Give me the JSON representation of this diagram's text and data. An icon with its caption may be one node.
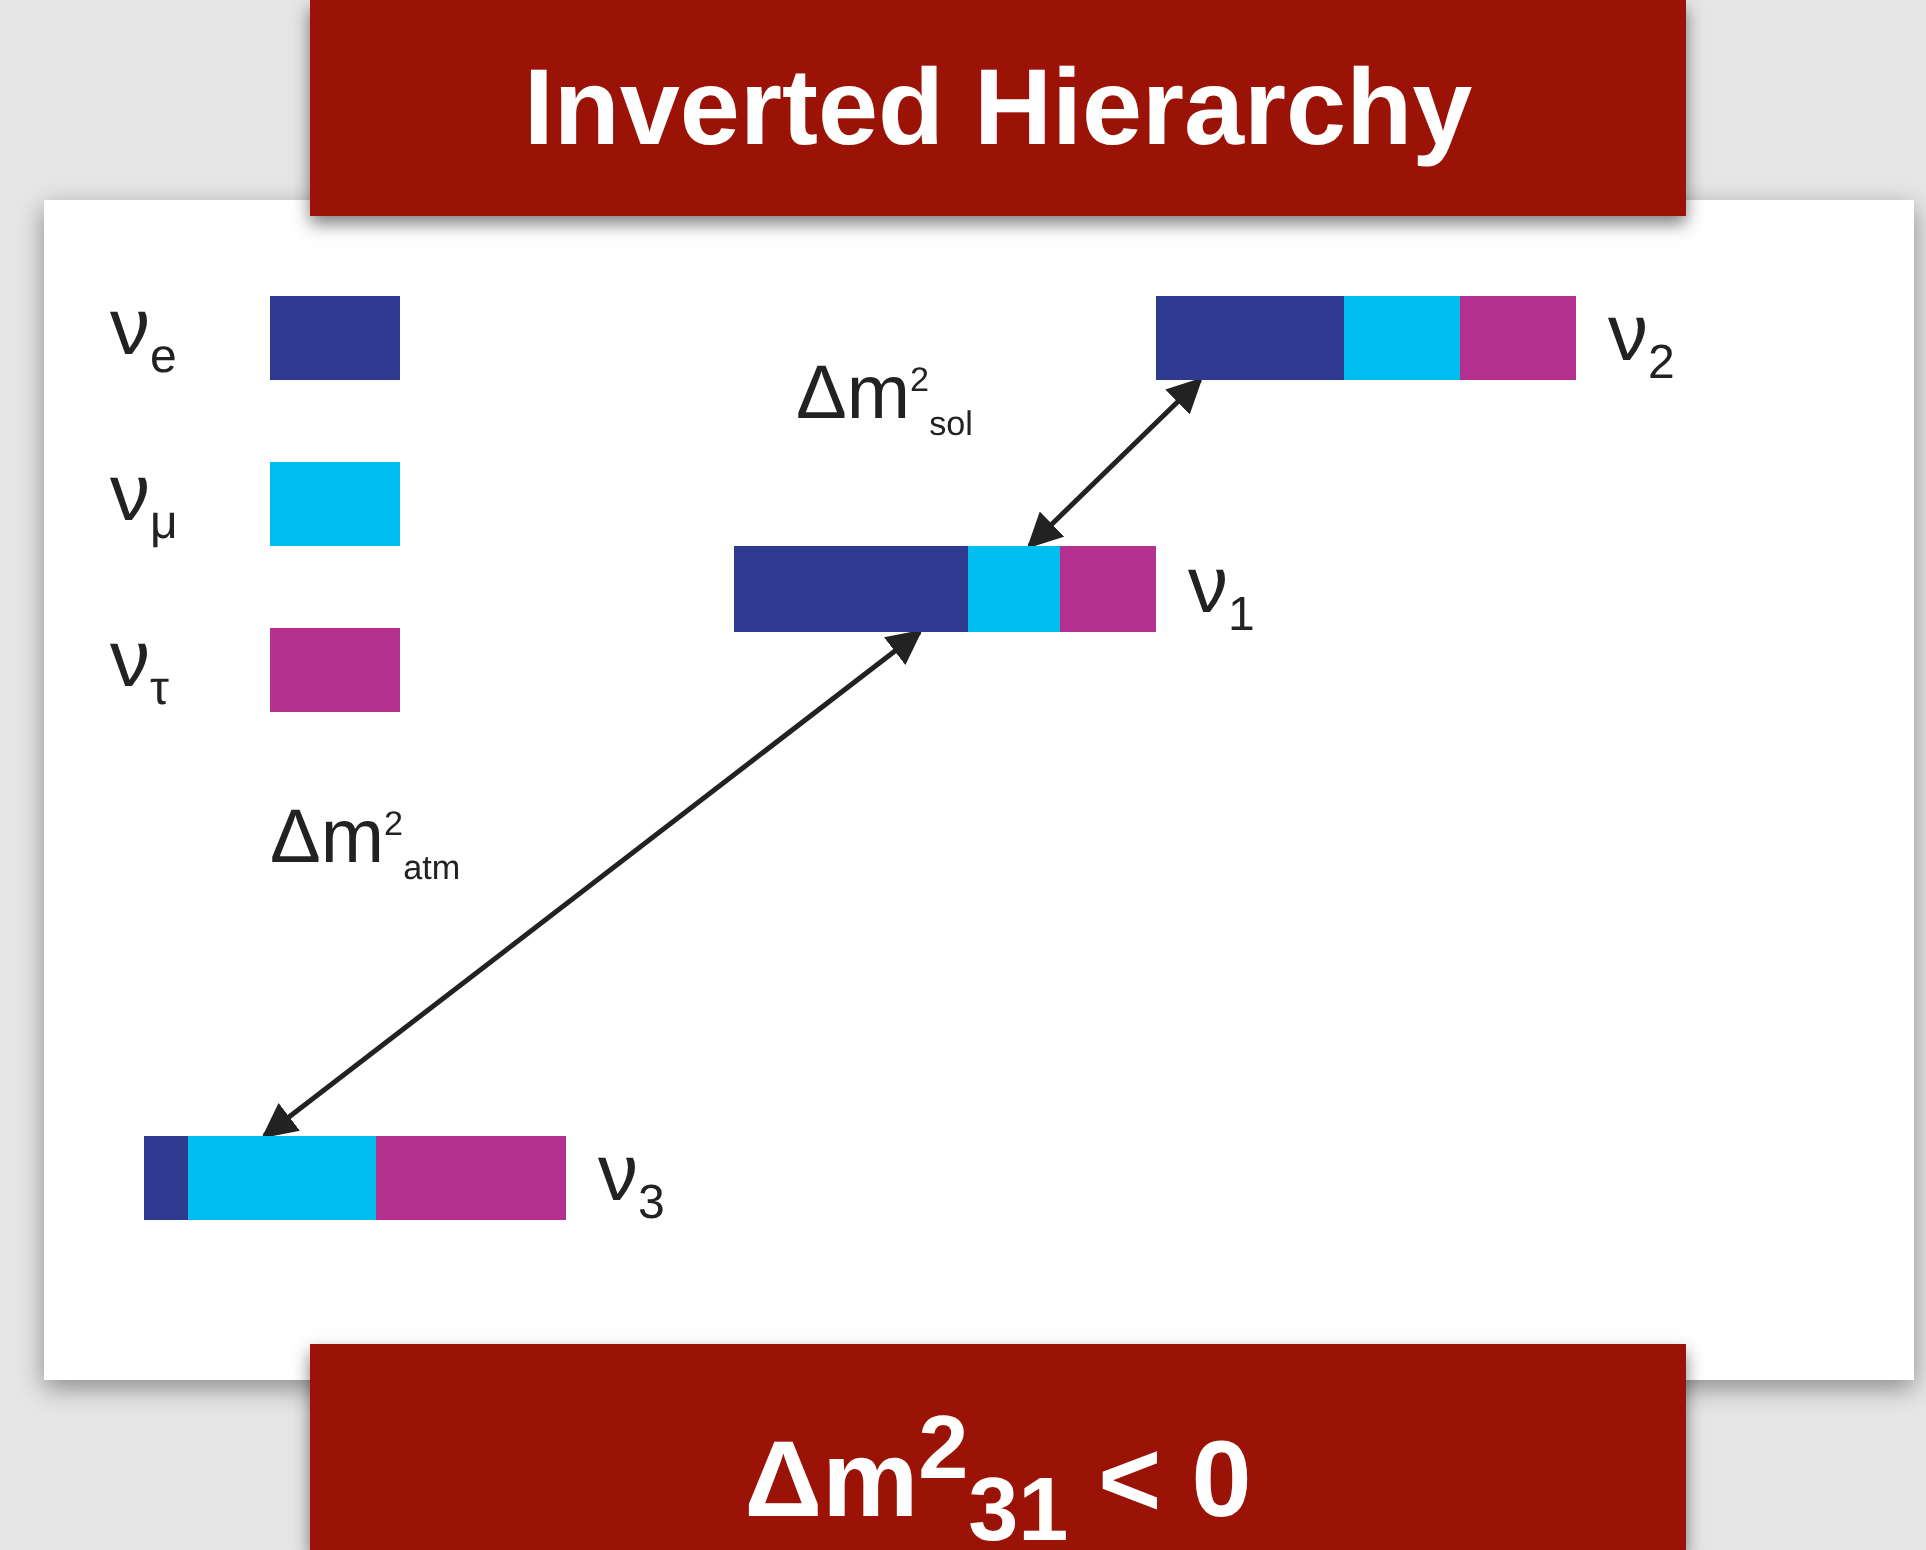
{
  "diagram": {
    "title": "Inverted Hierarchy",
    "caption": "Δm$^{2}$$_{31}$ < 0",
    "nodes": [
      {
        "text": [],
        "shape": "bar",
        "beside": [
          "ν$_{2}$"
        ]
      },
      {
        "text": [],
        "shape": "bar",
        "beside": [
          "ν$_{1}$"
        ]
      },
      {
        "text": [],
        "shape": "bar",
        "beside": [
          "ν$_{3}$"
        ]
      }
    ],
    "edges": [
      {
        "from": 0,
        "to": 1,
        "arrow": "both",
        "label": "Δm$^{2}$$_{sol}$"
      },
      {
        "from": 1,
        "to": 2,
        "arrow": "both",
        "label": "Δm$^{2}$$_{atm}$"
      }
    ],
    "legend": [
      {
        "text": "ν$_{e}$",
        "color": "#2e3a8f"
      },
      {
        "text": "ν$_{μ}$",
        "color": "#00bff0"
      },
      {
        "text": "ν$_{τ}$",
        "color": "#b5318f"
      }
    ]
  }
}
